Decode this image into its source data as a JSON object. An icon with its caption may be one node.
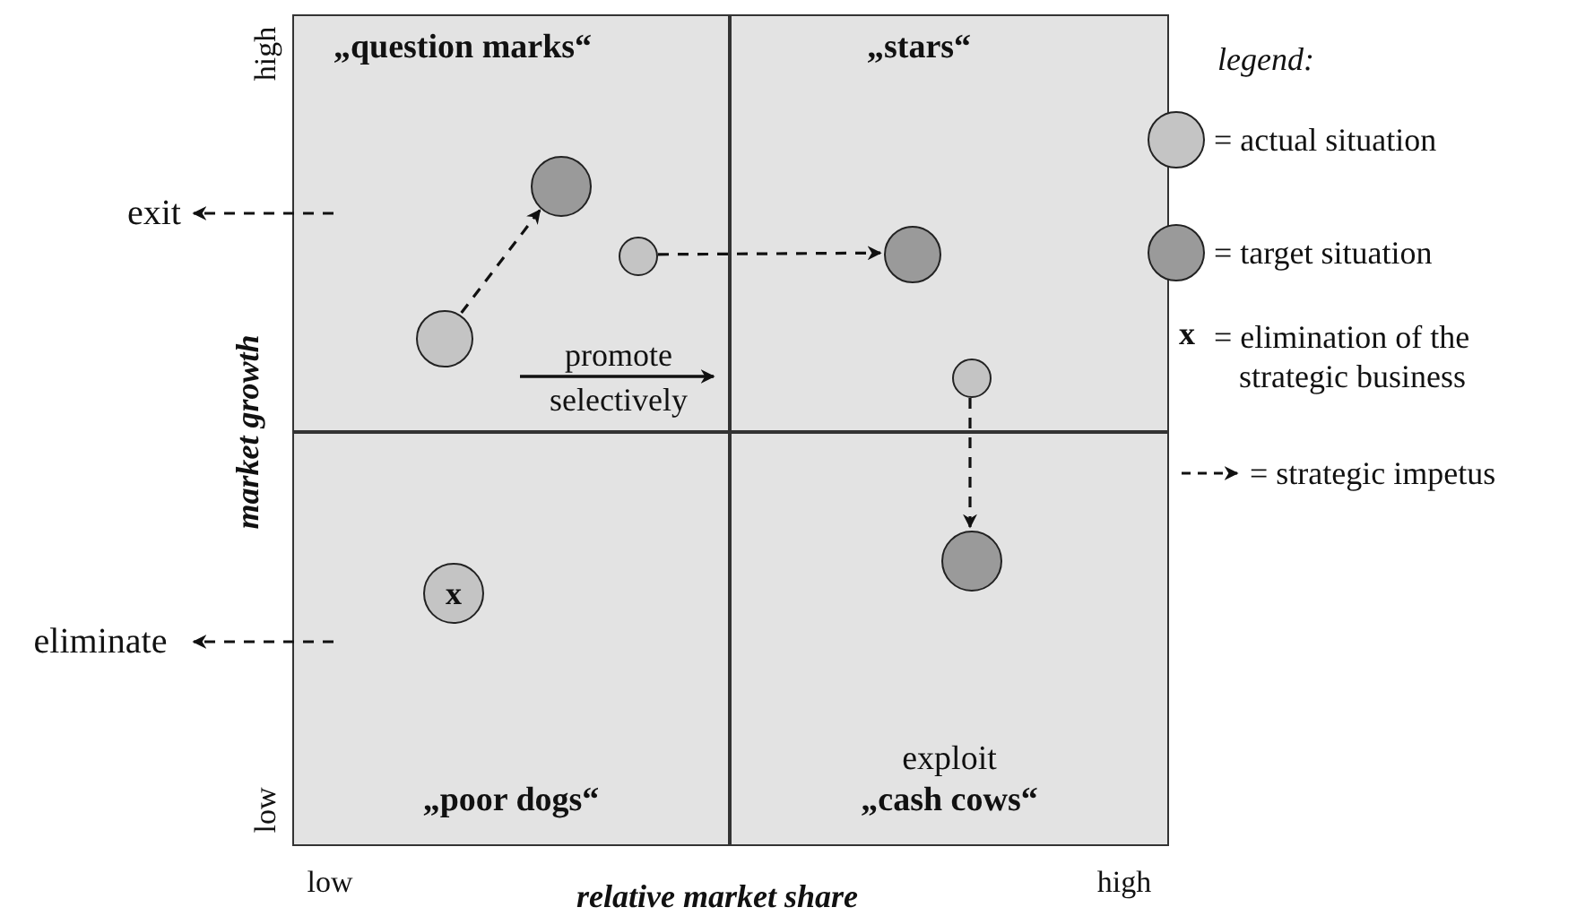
{
  "diagram": {
    "nodes": [
      {
        "text": [
          "„question marks“"
        ]
      },
      {
        "text": [
          "„stars“"
        ]
      },
      {
        "text": [
          "„poor dogs“"
        ]
      },
      {
        "text": [
          "exploit",
          "„cash cows“"
        ]
      },
      {
        "text": [],
        "shape": "circle",
        "in": 0
      },
      {
        "text": [],
        "shape": "circle",
        "in": 0
      },
      {
        "text": [],
        "shape": "circle",
        "in": 0
      },
      {
        "text": [],
        "shape": "circle",
        "in": 1
      },
      {
        "text": [],
        "shape": "circle",
        "in": 1
      },
      {
        "text": [],
        "shape": "circle",
        "in": 3
      },
      {
        "text": [
          "x"
        ],
        "in": 2
      },
      {
        "text": [
          "exit"
        ]
      },
      {
        "text": [
          "eliminate"
        ]
      }
    ],
    "edges": [
      {
        "from": 4,
        "to": 5,
        "arrow": "to",
        "style": "dashed"
      },
      {
        "from": 6,
        "to": 7,
        "arrow": "to",
        "style": "dashed"
      },
      {
        "from": 8,
        "to": 9,
        "arrow": "to",
        "style": "dashed"
      },
      {
        "from": null,
        "to": 11,
        "arrow": "to",
        "style": "dashed"
      },
      {
        "from": null,
        "to": 12,
        "arrow": "to",
        "style": "dashed"
      }
    ],
    "labels": [
      "high",
      "legend:",
      "promote",
      "selectively",
      "market growth",
      "x",
      "low",
      "low",
      "high",
      "relative market share"
    ],
    "legend": [
      {
        "text": "= actual situation",
        "color": "#c4c4c4"
      },
      {
        "text": "= target situation",
        "color": "#9a9a9a"
      },
      {
        "text": "= elimination of the strategic business"
      },
      {
        "text": "= strategic impetus"
      }
    ]
  }
}
